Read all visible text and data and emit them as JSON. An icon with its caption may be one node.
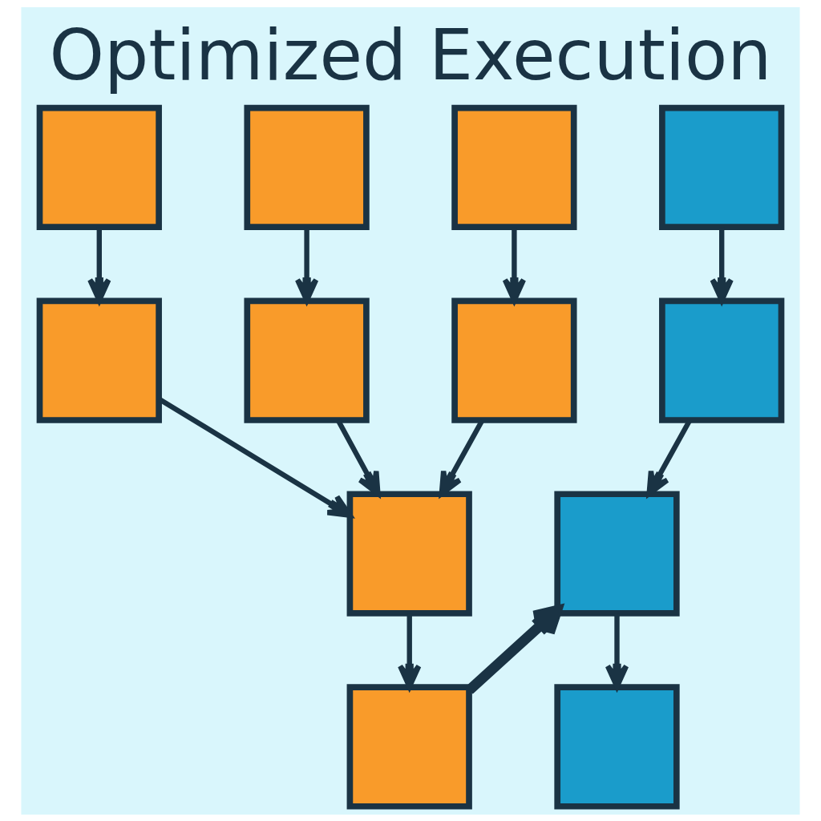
{
  "diagram": {
    "title": "Optimized Execution",
    "nodes": [
      {
        "text": [],
        "shape": "box"
      },
      {
        "text": [],
        "shape": "box"
      },
      {
        "text": [],
        "shape": "box"
      },
      {
        "text": [],
        "shape": "box"
      },
      {
        "text": [],
        "shape": "box"
      },
      {
        "text": [],
        "shape": "box"
      },
      {
        "text": [],
        "shape": "box"
      },
      {
        "text": [],
        "shape": "box"
      },
      {
        "text": [],
        "shape": "box"
      },
      {
        "text": [],
        "shape": "box"
      },
      {
        "text": [],
        "shape": "box"
      },
      {
        "text": [],
        "shape": "box"
      }
    ],
    "edges": [
      {
        "from": 0,
        "to": 4,
        "arrow": "to"
      },
      {
        "from": 1,
        "to": 5,
        "arrow": "to"
      },
      {
        "from": 2,
        "to": 6,
        "arrow": "to"
      },
      {
        "from": 3,
        "to": 7,
        "arrow": "to"
      },
      {
        "from": 4,
        "to": 8,
        "arrow": "to"
      },
      {
        "from": 5,
        "to": 8,
        "arrow": "to"
      },
      {
        "from": 6,
        "to": 8,
        "arrow": "to"
      },
      {
        "from": 7,
        "to": 9,
        "arrow": "to"
      },
      {
        "from": 8,
        "to": 10,
        "arrow": "to"
      },
      {
        "from": 9,
        "to": 11,
        "arrow": "to"
      },
      {
        "from": 10,
        "to": 9,
        "arrow": "to",
        "style": "thick"
      }
    ]
  }
}
